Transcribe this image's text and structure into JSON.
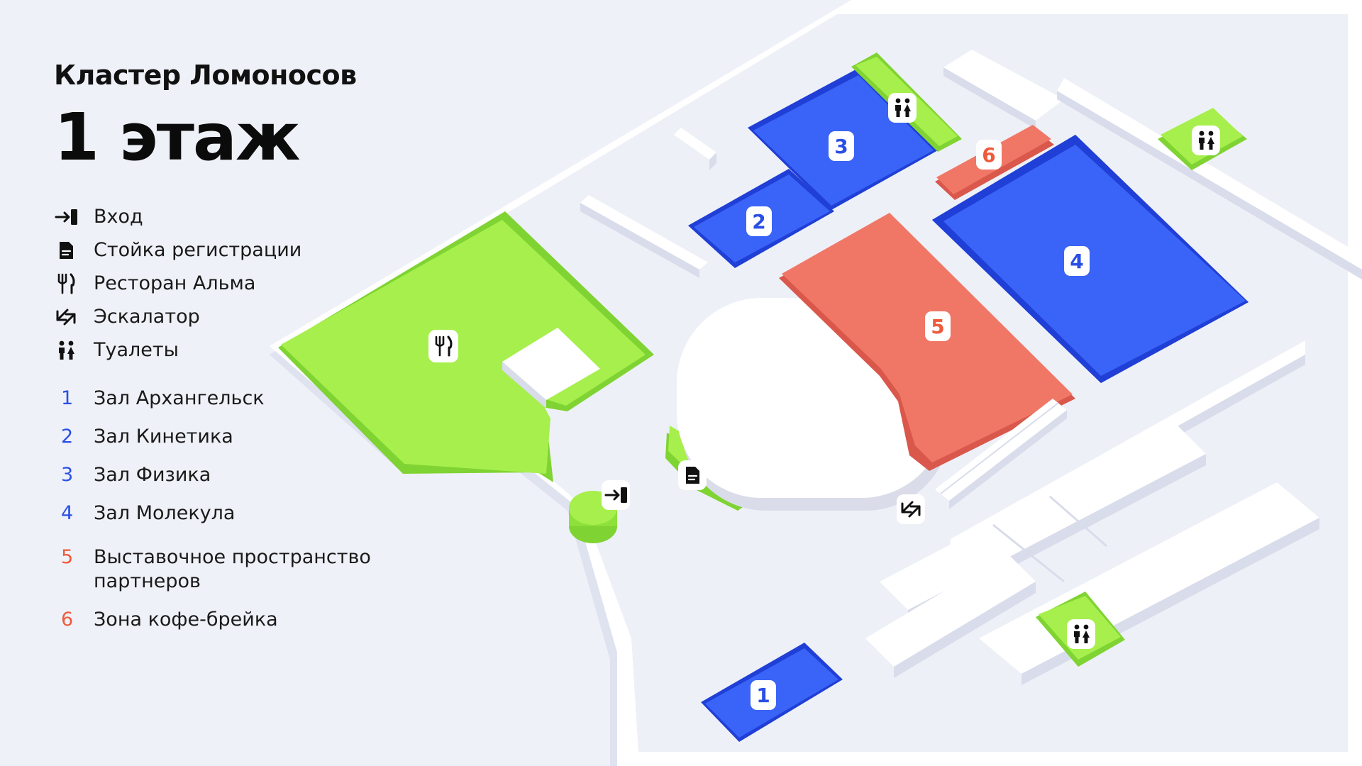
{
  "header": {
    "cluster": "Кластер Ломоносов",
    "floor": "1 этаж"
  },
  "legend": {
    "icons": [
      {
        "icon": "entrance-icon",
        "label": "Вход"
      },
      {
        "icon": "registration-desk-icon",
        "label": "Стойка регистрации"
      },
      {
        "icon": "restaurant-icon",
        "label": "Ресторан Альма"
      },
      {
        "icon": "escalator-icon",
        "label": "Эскалатор"
      },
      {
        "icon": "restroom-icon",
        "label": "Туалеты"
      }
    ],
    "halls": [
      {
        "num": "1",
        "label": "Зал Архангельск"
      },
      {
        "num": "2",
        "label": "Зал Кинетика"
      },
      {
        "num": "3",
        "label": "Зал Физика"
      },
      {
        "num": "4",
        "label": "Зал Молекула"
      },
      {
        "num": "5",
        "label": "Выставочное пространство партнеров"
      },
      {
        "num": "6",
        "label": "Зона кофе-брейка"
      }
    ]
  },
  "map_markers": {
    "hall_1": "1",
    "hall_2": "2",
    "hall_3": "3",
    "hall_4": "4",
    "hall_5": "5",
    "hall_6": "6"
  },
  "colors": {
    "background": "#eff1f8",
    "hall_blue": "#3a64f7",
    "hall_blue_dark": "#1f3fd6",
    "hall_red": "#f07766",
    "green": "#a6ef4c",
    "green_dark": "#7fd332",
    "wall": "#ffffff",
    "wall_shadow": "#d6d9e8",
    "number_blue": "#2a4fe6",
    "number_red": "#ee5a3b"
  }
}
